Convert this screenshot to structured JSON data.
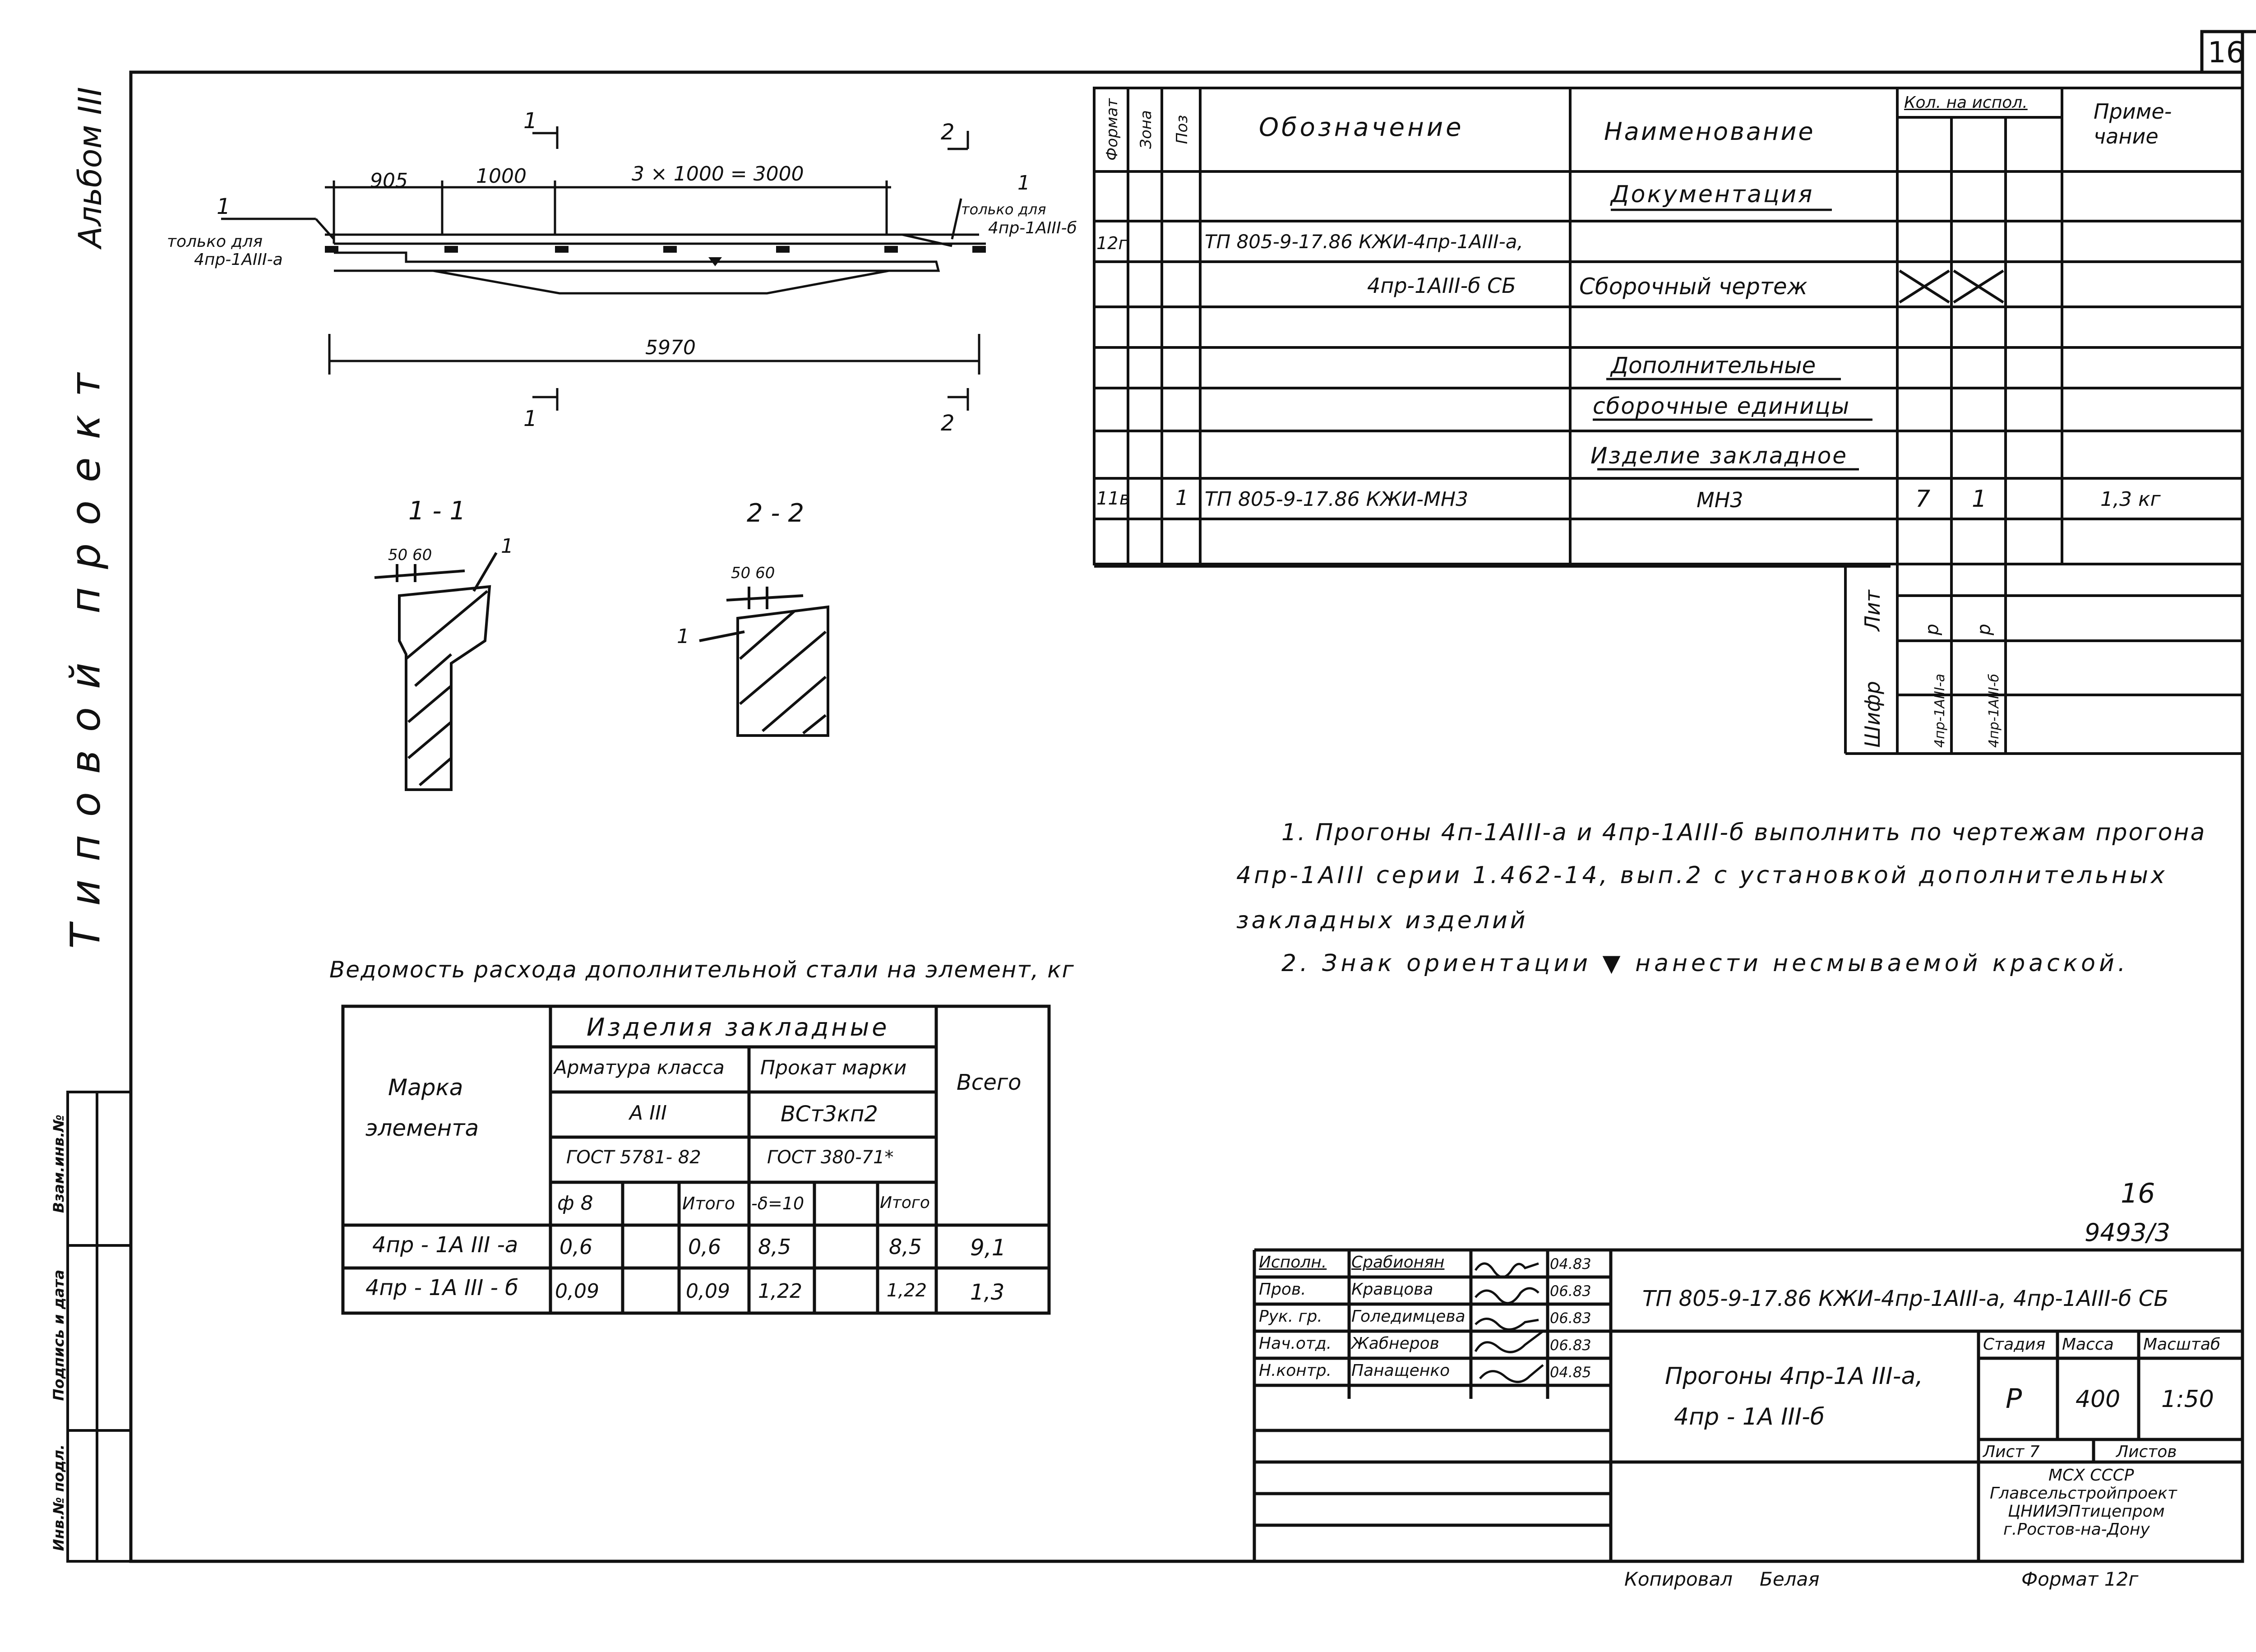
{
  "sheet_number": "16",
  "left_margin": {
    "album": "Альбом III",
    "project_type": "Типовой проект"
  },
  "side_stamp": [
    "Взам.инв.№",
    "Подпись и дата",
    "Инв.№ подл."
  ],
  "drawing": {
    "dim_905": "905",
    "dim_1000": "1000",
    "dim_3x1000": "3 × 1000 = 3000",
    "dim_5970": "5970",
    "callout_1": "1",
    "callout_only_for_a": [
      "только для",
      "4пр-1АIII-а"
    ],
    "callout_only_for_b": [
      "только для",
      "4пр-1АIII-б"
    ],
    "section_mark_1": "1",
    "section_mark_2": "2",
    "section_1_title": "1 - 1",
    "section_2_title": "2 - 2",
    "section_dims": "50 60"
  },
  "spec_table": {
    "headers": [
      "Формат",
      "Зона",
      "Поз",
      "Обозначение",
      "Наименование",
      "Кол. на испол.",
      "Приме-чание"
    ],
    "rows": [
      {
        "format": "",
        "zone": "",
        "pos": "",
        "designation": "",
        "name": "Документация",
        "q1": "",
        "q2": "",
        "q3": "",
        "note": ""
      },
      {
        "format": "12г",
        "zone": "",
        "pos": "",
        "designation": "ТП 805-9-17.86 КЖИ-4пр-1АIII-а,",
        "name": "",
        "q1": "",
        "q2": "",
        "q3": "",
        "note": ""
      },
      {
        "format": "",
        "zone": "",
        "pos": "",
        "designation": "4пр-1АIII-б СБ",
        "name": "Сборочный чертеж",
        "q1": "",
        "q2": "",
        "q3": "",
        "note": ""
      },
      {
        "format": "",
        "zone": "",
        "pos": "",
        "designation": "",
        "name": "",
        "q1": "",
        "q2": "",
        "q3": "",
        "note": ""
      },
      {
        "format": "",
        "zone": "",
        "pos": "",
        "designation": "",
        "name": "Дополнительные",
        "q1": "",
        "q2": "",
        "q3": "",
        "note": ""
      },
      {
        "format": "",
        "zone": "",
        "pos": "",
        "designation": "",
        "name": "сборочные единицы",
        "q1": "",
        "q2": "",
        "q3": "",
        "note": ""
      },
      {
        "format": "",
        "zone": "",
        "pos": "",
        "designation": "",
        "name": "Изделие закладное",
        "q1": "",
        "q2": "",
        "q3": "",
        "note": ""
      },
      {
        "format": "11в",
        "zone": "",
        "pos": "1",
        "designation": "ТП 805-9-17.86 КЖИ-МН3",
        "name": "МН3",
        "q1": "7",
        "q2": "1",
        "q3": "",
        "note": "1,3 кг"
      }
    ],
    "sub": {
      "lit": "Лит",
      "cipher": "Шифр",
      "c1": "4пр-1АIII-а",
      "c2": "4пр-1АIII-б",
      "lit1": "р",
      "lit2": "р"
    }
  },
  "notes": [
    "1. Прогоны 4п-1АIII-а и 4пр-1АIII-б выполнить по чертежам прогона",
    "4пр-1АIII серии 1.462-14, вып.2 с установкой дополнительных",
    "закладных изделий",
    "2. Знак ориентации ▼ нанести несмываемой краской."
  ],
  "steel_table": {
    "title": "Ведомость расхода дополнительной стали на элемент, кг",
    "h_mark": [
      "Марка",
      "элемента"
    ],
    "h_group": "Изделия закладные",
    "h_rebar": "Арматура класса",
    "h_rolled": "Прокат марки",
    "h_total": "Всего",
    "h_a3": "А III",
    "h_vst": "ВСт3кп2",
    "h_gost1": "ГОСТ 5781- 82",
    "h_gost2": "ГОСТ 380-71*",
    "h_d8": "ф 8",
    "h_itogo1": "Итого",
    "h_d10": "-δ=10",
    "h_itogo2": "Итого",
    "rows": [
      {
        "mark": "4пр - 1А III -а",
        "d8": "0,6",
        "itogo1": "0,6",
        "d10": "8,5",
        "itogo2": "8,5",
        "total": "9,1"
      },
      {
        "mark": "4пр - 1А III - б",
        "d8": "0,09",
        "itogo1": "0,09",
        "d10": "1,22",
        "itogo2": "1,22",
        "total": "1,3"
      }
    ]
  },
  "title_block": {
    "sheet_ref": "16",
    "archive_no": "9493/3",
    "code": "ТП 805-9-17.86 КЖИ-4пр-1АIII-а, 4пр-1АIII-б СБ",
    "title_line1": "Прогоны 4пр-1А III-а,",
    "title_line2": "4пр - 1А III-б",
    "people": [
      {
        "role": "Исполн.",
        "name": "Срабионян",
        "sign": "",
        "date": "04.83"
      },
      {
        "role": "Пров.",
        "name": "Кравцова",
        "sign": "",
        "date": "06.83"
      },
      {
        "role": "Рук. гр.",
        "name": "Голедимцева",
        "sign": "",
        "date": "06.83"
      },
      {
        "role": "Нач.отд.",
        "name": "Жабнеров",
        "sign": "",
        "date": "06.83"
      },
      {
        "role": "Н.контр.",
        "name": "Панащенко",
        "sign": "",
        "date": "04.85"
      }
    ],
    "stage_label": "Стадия",
    "mass_label": "Масса",
    "scale_label": "Масштаб",
    "stage": "Р",
    "mass": "400",
    "scale": "1:50",
    "sheet_label": "Лист 7",
    "sheets_label": "Листов",
    "org": [
      "МСХ СССР",
      "Главсельстройпроект",
      "ЦНИИЭПтицепром",
      "г.Ростов-на-Дону"
    ]
  },
  "footer": {
    "copied": "Копировал",
    "copier": "Белая",
    "format": "Формат 12г"
  }
}
